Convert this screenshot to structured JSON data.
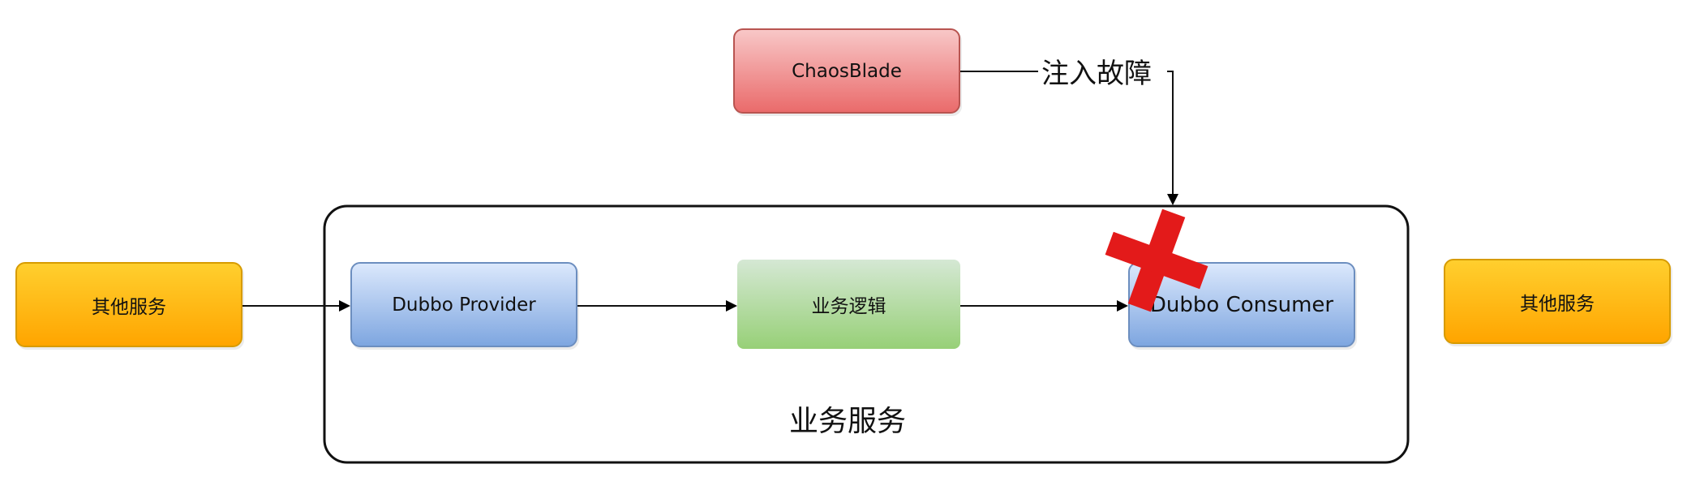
{
  "nodes": {
    "chaosblade": "ChaosBlade",
    "other_service_left": "其他服务",
    "dubbo_provider": "Dubbo Provider",
    "business_logic": "业务逻辑",
    "dubbo_consumer": "Dubbo Consumer",
    "other_service_right": "其他服务"
  },
  "group": {
    "label": "业务服务"
  },
  "edges": {
    "inject_fault_label": "注入故障"
  },
  "marks": {
    "fault_mark_color": "#e31a1a"
  }
}
